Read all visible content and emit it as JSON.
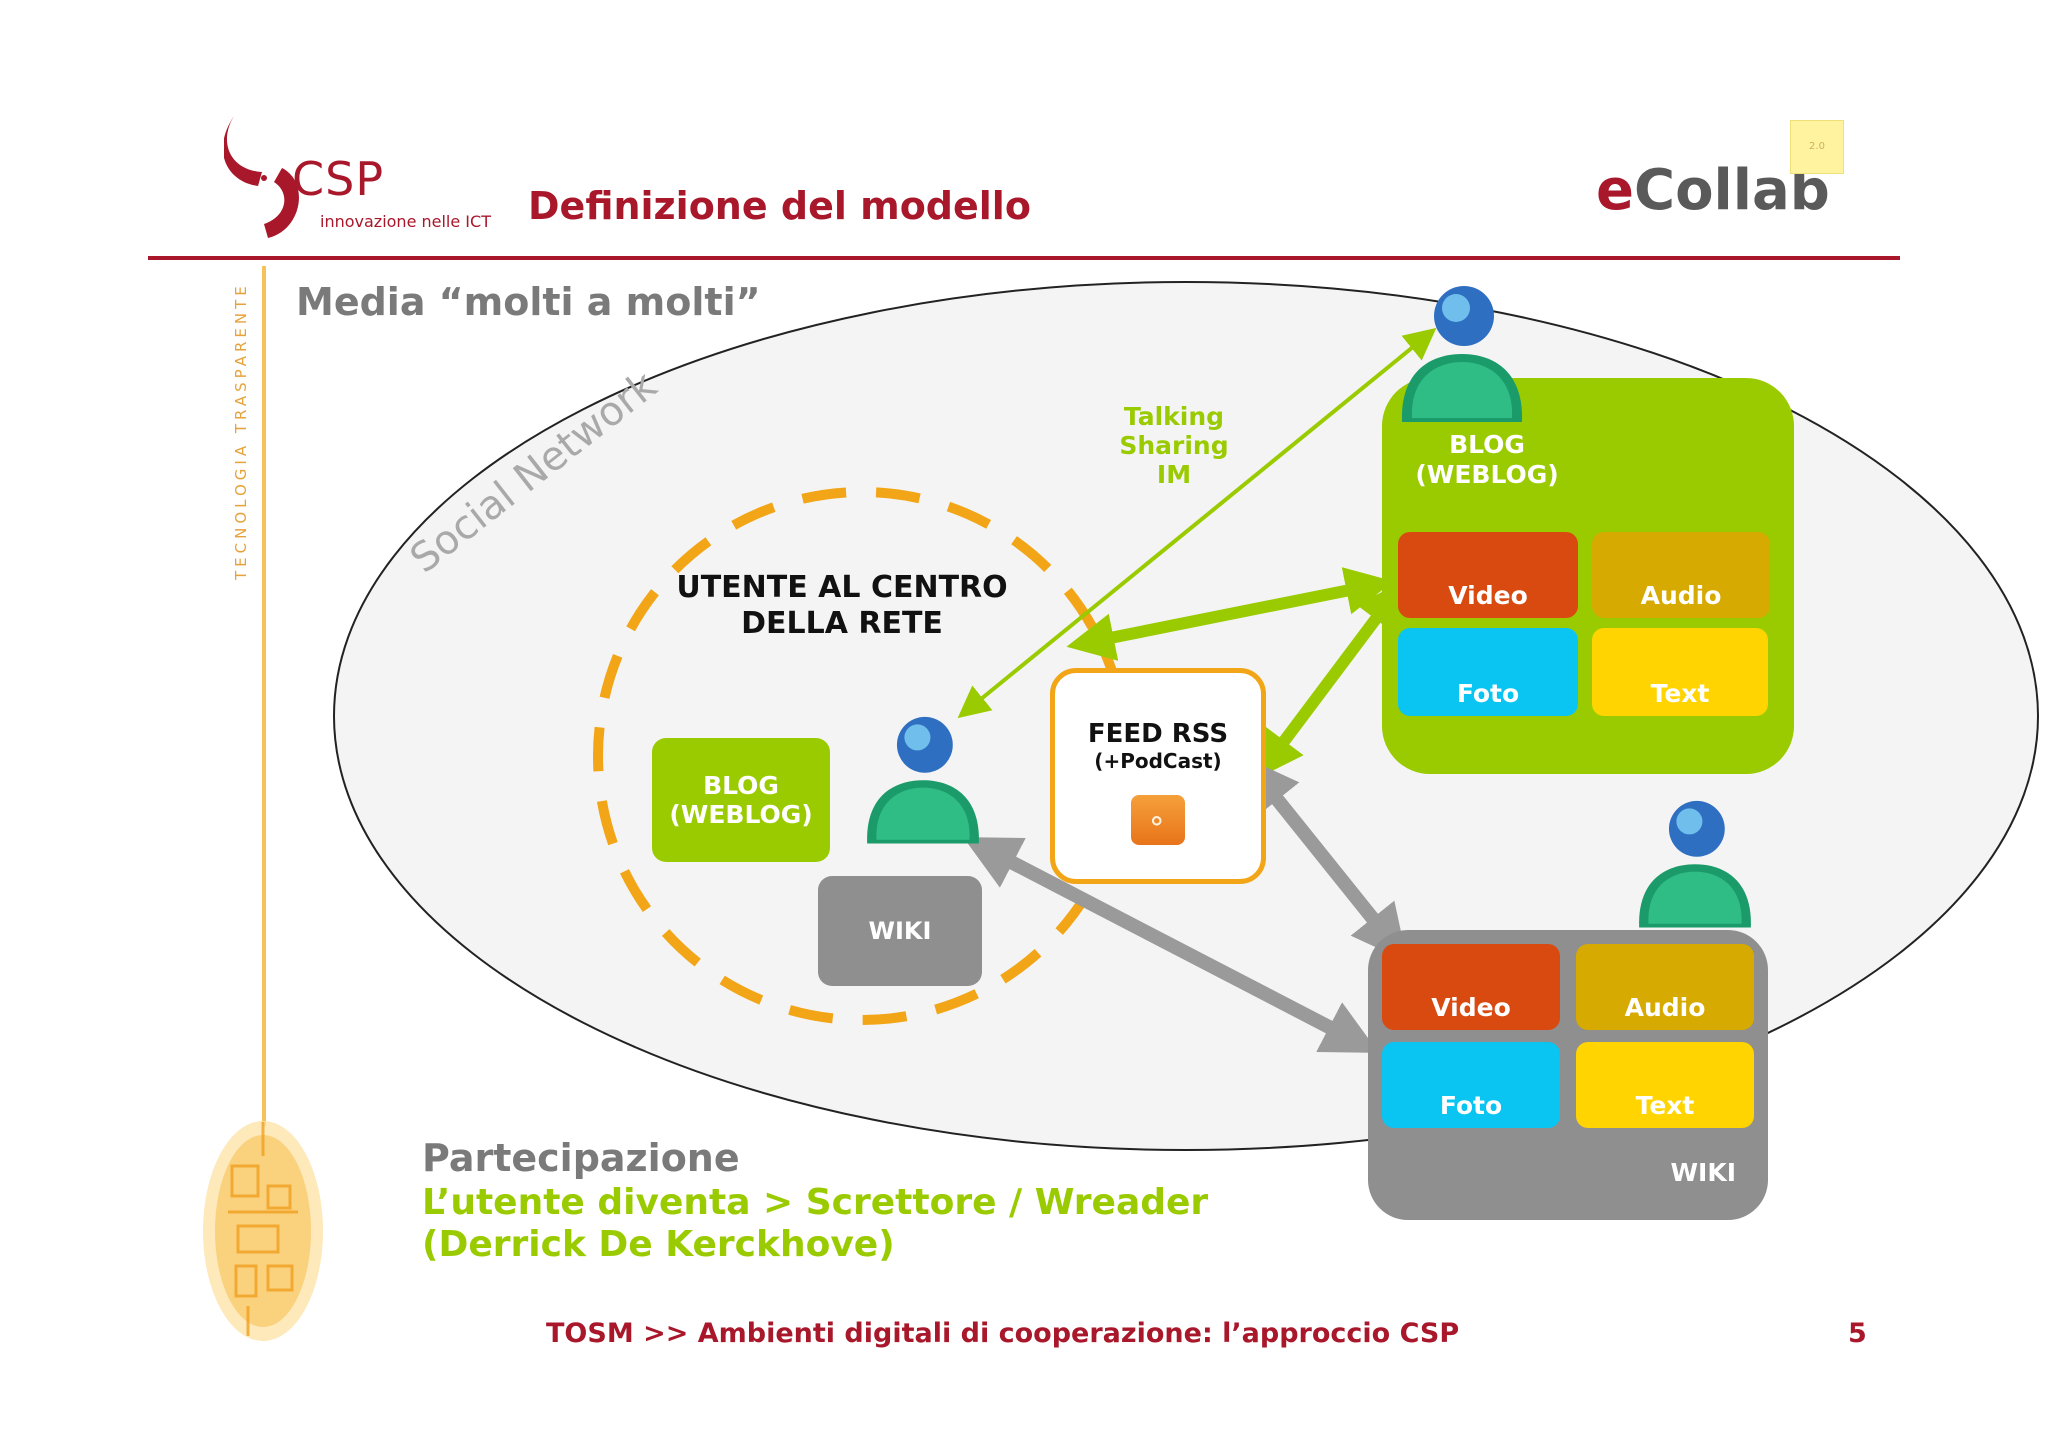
{
  "header": {
    "logo_text": "CSP",
    "logo_subtitle": "innovazione nelle ICT",
    "title": "Definizione del modello",
    "brand_logo": "eCollab",
    "brand_badge": "2.0",
    "side_tagline": "TECNOLOGIA TRASPARENTE"
  },
  "diagram": {
    "section_title": "Media “molti a molti”",
    "outer_label": "Social Network",
    "center_title_line1": "UTENTE AL CENTRO",
    "center_title_line2": "DELLA RETE",
    "talking_label_line1": "Talking",
    "talking_label_line2": "Sharing",
    "talking_label_line3": "IM",
    "inner_blog_line1": "BLOG",
    "inner_blog_line2": "(WEBLOG)",
    "inner_wiki": "WIKI",
    "feed_title": "FEED RSS",
    "feed_subtitle": "(+PodCast)",
    "blog_panel": {
      "title_line1": "BLOG",
      "title_line2": "(WEBLOG)",
      "tiles": [
        "Video",
        "Audio",
        "Foto",
        "Text"
      ]
    },
    "wiki_panel": {
      "title": "WIKI",
      "tiles": [
        "Video",
        "Audio",
        "Foto",
        "Text"
      ]
    },
    "colors": {
      "brand_red": "#a8172a",
      "green": "#9acb00",
      "grey": "#8f8f8f",
      "orange": "#f2a516",
      "video": "#d94a10",
      "audio": "#d6aa00",
      "foto": "#0ac4f2",
      "text": "#ffd400"
    },
    "icons": [
      "user-icon",
      "rss-icon",
      "circuit-chip-icon"
    ]
  },
  "participation": {
    "title": "Partecipazione",
    "line1": "L’utente diventa > Screttore / Wreader",
    "line2": "(Derrick De Kerckhove)"
  },
  "footer": {
    "text": "TOSM >> Ambienti digitali di cooperazione: l’approccio CSP",
    "page_number": "5"
  }
}
